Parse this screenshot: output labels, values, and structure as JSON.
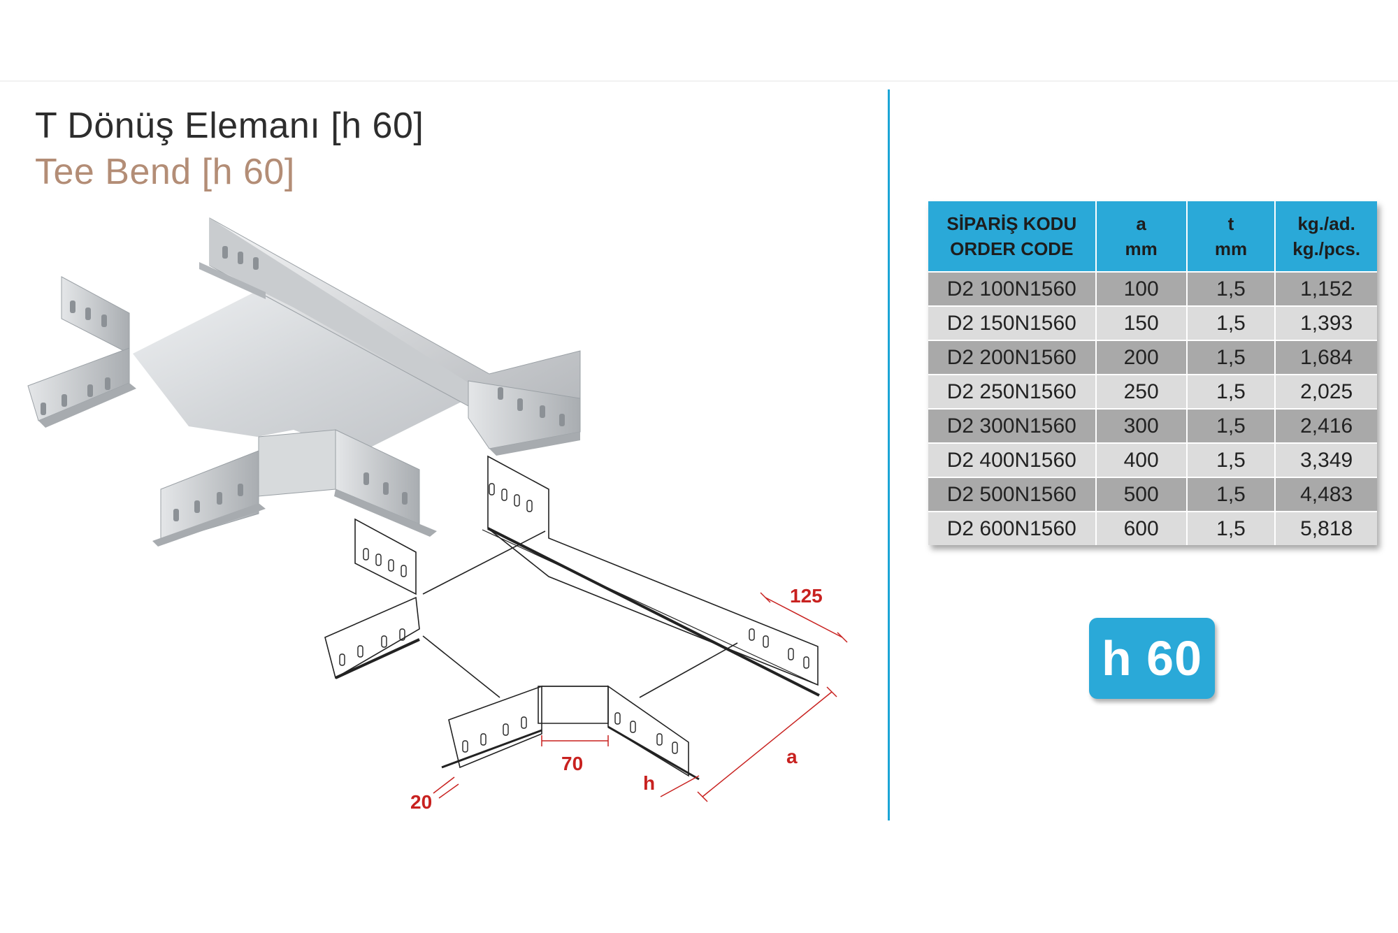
{
  "header": {
    "title_tr": "T Dönüş Elemanı [h 60]",
    "title_en": "Tee Bend [h 60]"
  },
  "table": {
    "headers": [
      {
        "line1": "SİPARİŞ KODU",
        "line2": "ORDER CODE"
      },
      {
        "line1": "a",
        "line2": "mm"
      },
      {
        "line1": "t",
        "line2": "mm"
      },
      {
        "line1": "kg./ad.",
        "line2": "kg./pcs."
      }
    ],
    "rows": [
      {
        "code": "D2 100N1560",
        "a": "100",
        "t": "1,5",
        "kg": "1,152"
      },
      {
        "code": "D2 150N1560",
        "a": "150",
        "t": "1,5",
        "kg": "1,393"
      },
      {
        "code": "D2 200N1560",
        "a": "200",
        "t": "1,5",
        "kg": "1,684"
      },
      {
        "code": "D2 250N1560",
        "a": "250",
        "t": "1,5",
        "kg": "2,025"
      },
      {
        "code": "D2 300N1560",
        "a": "300",
        "t": "1,5",
        "kg": "2,416"
      },
      {
        "code": "D2 400N1560",
        "a": "400",
        "t": "1,5",
        "kg": "3,349"
      },
      {
        "code": "D2 500N1560",
        "a": "500",
        "t": "1,5",
        "kg": "4,483"
      },
      {
        "code": "D2 600N1560",
        "a": "600",
        "t": "1,5",
        "kg": "5,818"
      }
    ]
  },
  "badge": "h 60",
  "drawing": {
    "dim_125": "125",
    "dim_a": "a",
    "dim_70": "70",
    "dim_h": "h",
    "dim_20": "20"
  },
  "colors": {
    "accent": "#2aa9d8",
    "divider": "#1ba5d6",
    "dimension": "#c8211f",
    "subtitle": "#b38d76",
    "row_dark": "#a9a9a9",
    "row_light": "#dcdcdc"
  }
}
